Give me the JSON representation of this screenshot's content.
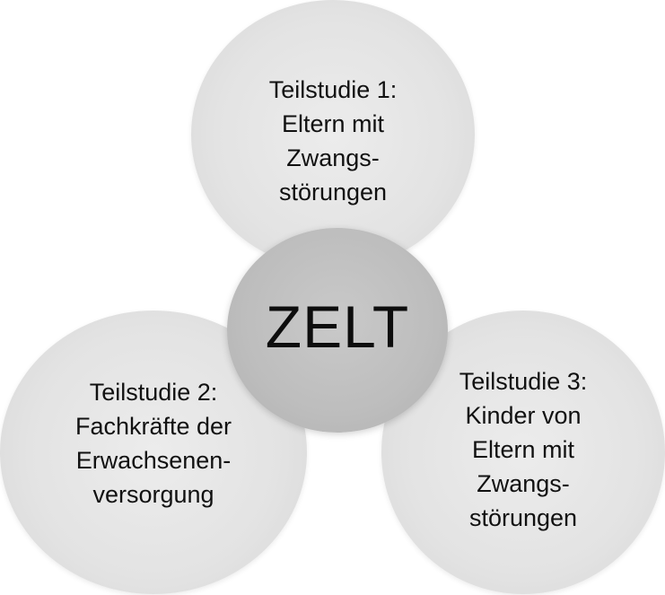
{
  "center": {
    "label": "ZELT"
  },
  "studies": [
    {
      "lines": [
        "Teilstudie 1:",
        "Eltern mit",
        "Zwangs-",
        "störungen"
      ]
    },
    {
      "lines": [
        "Teilstudie 2:",
        "Fachkräfte der",
        "Erwachsenen-",
        "versorgung"
      ]
    },
    {
      "lines": [
        "Teilstudie 3:",
        "Kinder von",
        "Eltern mit",
        "Zwangs-",
        "störungen"
      ]
    }
  ],
  "colors": {
    "outer_circle": "#e3e3e3",
    "center_circle": "#bdbdbd",
    "text": "#111111"
  }
}
